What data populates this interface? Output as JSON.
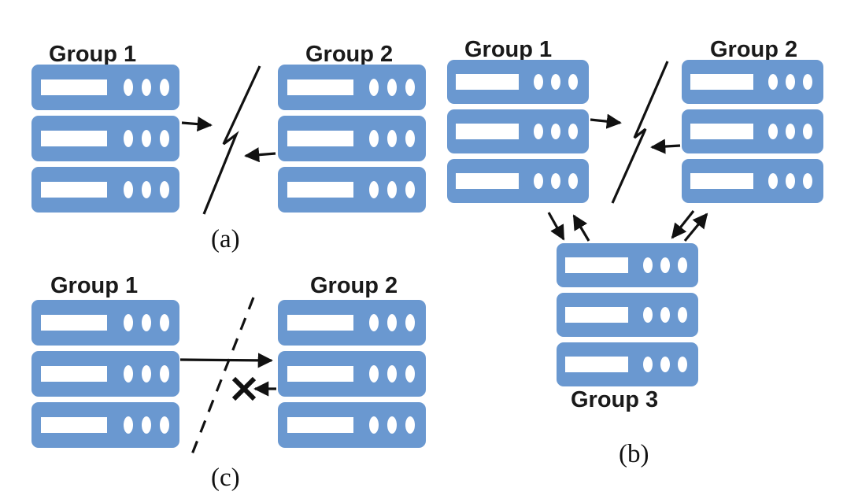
{
  "panels": {
    "a": {
      "label": "(a)",
      "group1": {
        "label": "Group 1"
      },
      "group2": {
        "label": "Group 2"
      }
    },
    "b": {
      "label": "(b)",
      "group1": {
        "label": "Group 1"
      },
      "group2": {
        "label": "Group 2"
      },
      "group3": {
        "label": "Group 3"
      }
    },
    "c": {
      "label": "(c)",
      "group1": {
        "label": "Group 1"
      },
      "group2": {
        "label": "Group 2"
      }
    }
  },
  "colors": {
    "server": "#6a98d0",
    "line": "#111111",
    "background": "#ffffff"
  },
  "icons": [
    "server-rack-icon",
    "network-partition-icon",
    "blocked-x-icon"
  ]
}
